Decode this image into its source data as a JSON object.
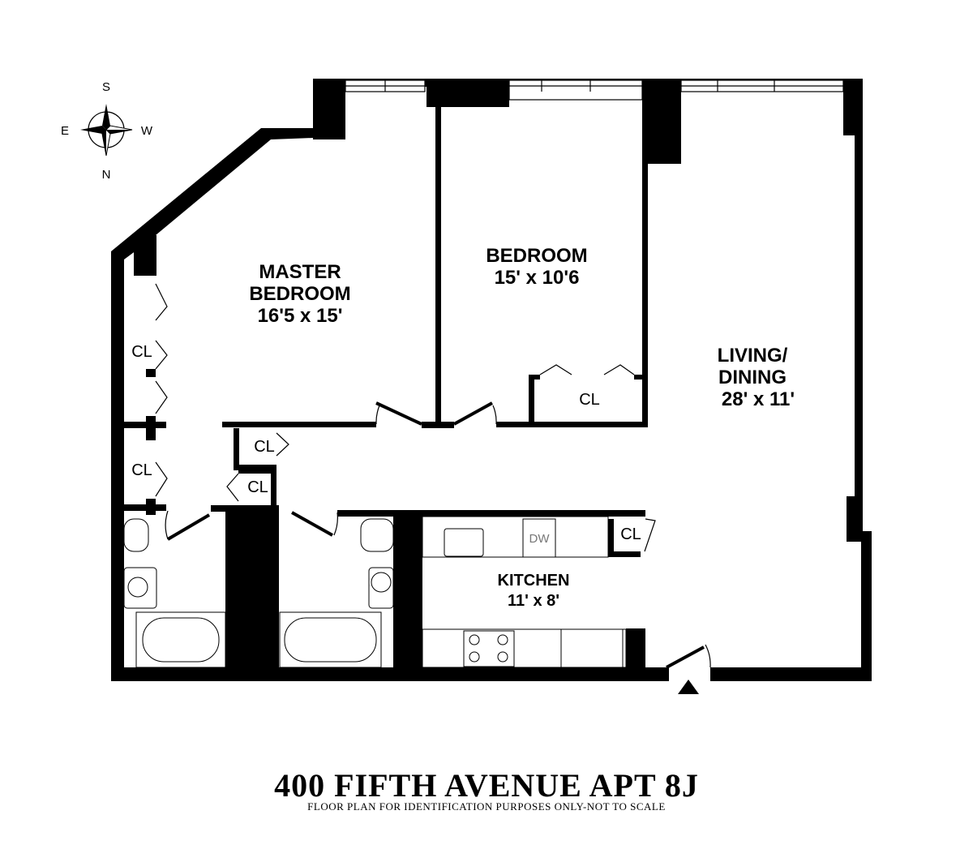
{
  "compass": {
    "top": "S",
    "left": "E",
    "right": "W",
    "bottom": "N"
  },
  "rooms": {
    "master": {
      "line1": "MASTER",
      "line2": "BEDROOM",
      "dims": "16'5 x 15'"
    },
    "bedroom": {
      "line1": "BEDROOM",
      "dims": "15' x 10'6"
    },
    "living": {
      "line1": "LIVING/",
      "line2": "DINING",
      "dims": "28' x 11'"
    },
    "kitchen": {
      "line1": "KITCHEN",
      "dims": "11' x 8'"
    }
  },
  "closet_label": "CL",
  "dishwasher_label": "DW",
  "title": "400 FIFTH AVENUE APT 8J",
  "subtitle": "FLOOR PLAN FOR IDENTIFICATION PURPOSES ONLY-NOT TO SCALE"
}
